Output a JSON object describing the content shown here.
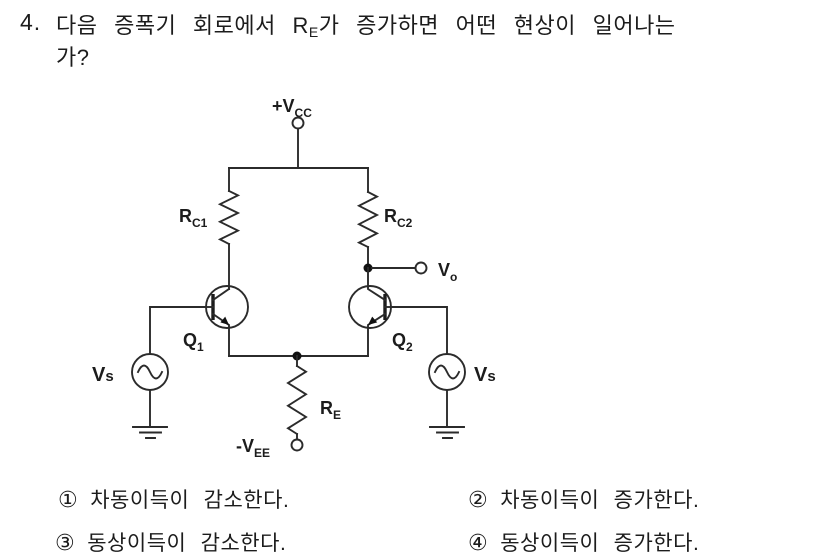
{
  "question": {
    "number": "4.",
    "line1_pre": "다음 증폭기 회로에서 R",
    "line1_sub": "E",
    "line1_post": "가 증가하면 어떤 현상이 일어나는",
    "line2": "가?"
  },
  "circuit": {
    "labels": {
      "vcc": {
        "main": "+V",
        "sub": "CC"
      },
      "rc1": {
        "main": "R",
        "sub": "C1"
      },
      "rc2": {
        "main": "R",
        "sub": "C2"
      },
      "vo": {
        "main": "V",
        "sub": "o"
      },
      "q1": {
        "main": "Q",
        "sub": "1"
      },
      "q2": {
        "main": "Q",
        "sub": "2"
      },
      "vs_left": {
        "main": "V",
        "sub": "s"
      },
      "vs_right": {
        "main": "V",
        "sub": "s"
      },
      "re": {
        "main": "R",
        "sub": "E"
      },
      "vee": {
        "main": "-V",
        "sub": "EE"
      }
    }
  },
  "options": [
    {
      "num": "①",
      "text": "차동이득이 감소한다."
    },
    {
      "num": "②",
      "text": "차동이득이 증가한다."
    },
    {
      "num": "③",
      "text": "동상이득이 감소한다."
    },
    {
      "num": "④",
      "text": "동상이득이 증가한다."
    }
  ],
  "ink_color": "#1c1c1c"
}
